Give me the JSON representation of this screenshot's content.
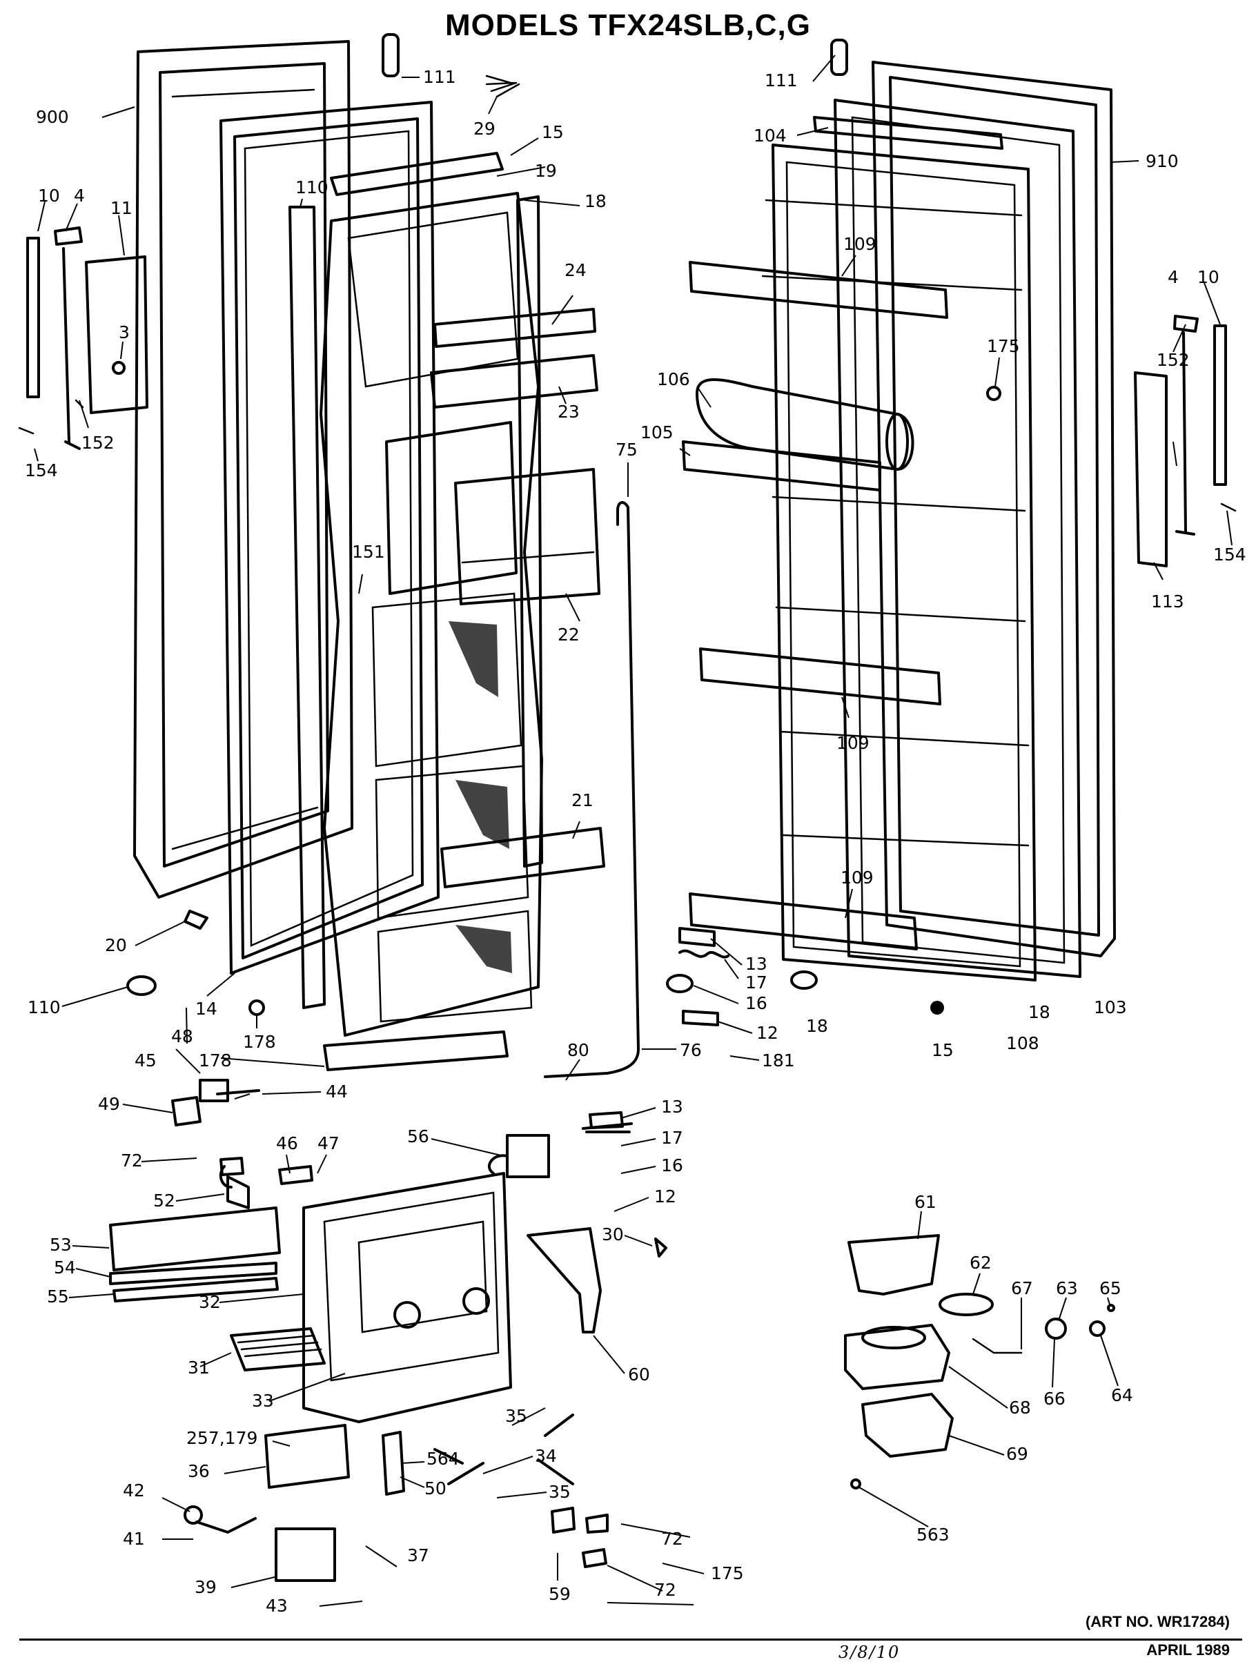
{
  "title": "MODELS TFX24SLB,C,G",
  "art_no": "(ART NO. WR17284)",
  "date": "APRIL 1989",
  "handwritten_note": "3/8/10",
  "callouts": [
    "900",
    "111",
    "29",
    "15",
    "19",
    "18",
    "10",
    "4",
    "11",
    "3",
    "152",
    "154",
    "24",
    "23",
    "151",
    "22",
    "21",
    "20",
    "110",
    "14",
    "178",
    "75",
    "111",
    "104",
    "910",
    "109",
    "175",
    "106",
    "105",
    "109",
    "113",
    "109",
    "13",
    "17",
    "16",
    "12",
    "181",
    "76",
    "80",
    "48",
    "45",
    "44",
    "49",
    "72",
    "52",
    "46",
    "47",
    "56",
    "13",
    "17",
    "16",
    "12",
    "53",
    "54",
    "55",
    "32",
    "31",
    "33",
    "30",
    "60",
    "61",
    "62",
    "67",
    "63",
    "65",
    "66",
    "64",
    "68",
    "69",
    "563",
    "257,179",
    "36",
    "42",
    "41",
    "39",
    "43",
    "37",
    "50",
    "564",
    "35",
    "34",
    "35",
    "72",
    "175",
    "59",
    "72",
    "18",
    "108",
    "103",
    "18",
    "15",
    "110",
    "178",
    "4",
    "10",
    "152",
    "154"
  ]
}
